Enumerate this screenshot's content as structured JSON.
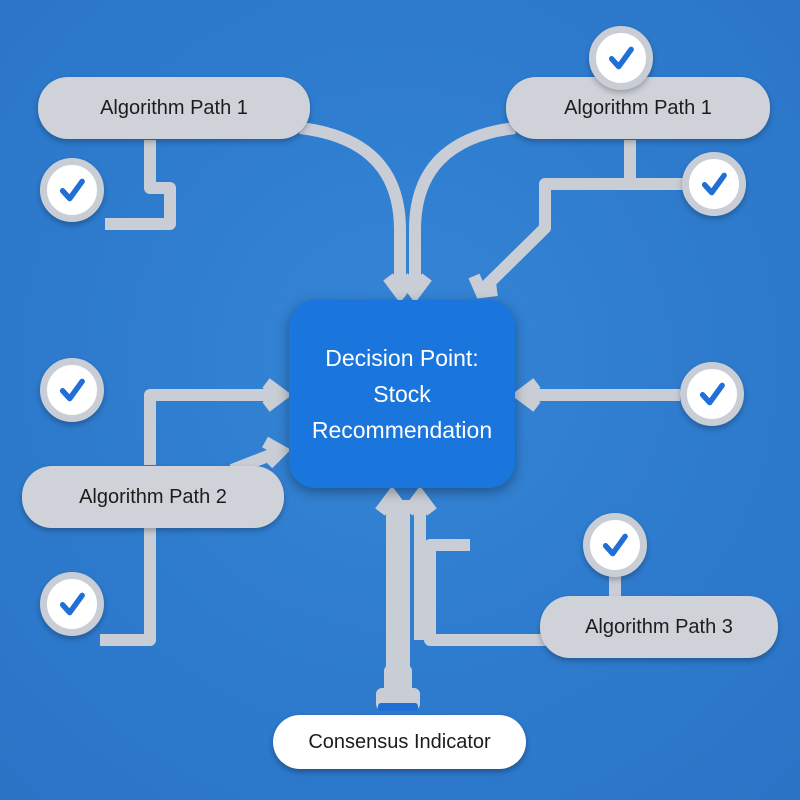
{
  "decision": {
    "line1": "Decision Point:",
    "line2": "Stock",
    "line3": "Recommendation"
  },
  "paths": {
    "top_left": "Algorithm Path 1",
    "top_right": "Algorithm Path 1",
    "middle_left": "Algorithm Path 2",
    "bottom_right": "Algorithm Path 3"
  },
  "consensus": {
    "label": "Consensus Indicator"
  },
  "colors": {
    "background": "#2f7dd0",
    "decision_box": "#1a75dc",
    "connector": "#c9ced6",
    "check": "#1f6fd6"
  },
  "icons": {
    "check": "check-icon",
    "consensus_connector": "sensor-icon"
  }
}
